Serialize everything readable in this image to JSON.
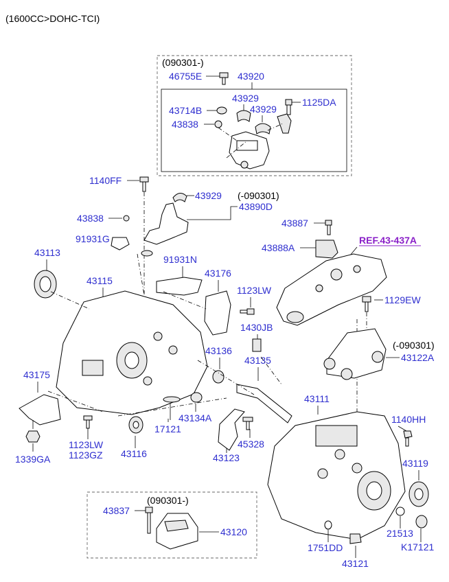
{
  "header": {
    "engine": "(1600CC>DOHC-TCI)"
  },
  "reference": {
    "label": "REF.43-437A",
    "color": "#8a20c8"
  },
  "colors": {
    "part_label": "#2e2ecf",
    "text": "#000000"
  },
  "boxes": {
    "top_box_note": "(090301-)",
    "bottom_box_note": "(090301-)",
    "note_until_a": "(-090301)",
    "note_until_b": "(-090301)"
  },
  "parts": {
    "p46755E": "46755E",
    "p43920": "43920",
    "p43929a": "43929",
    "p43929b": "43929",
    "p43929c": "43929",
    "p1125DA": "1125DA",
    "p43714B": "43714B",
    "p43838a": "43838",
    "p43838b": "43838",
    "p1140FF": "1140FF",
    "p43890D": "43890D",
    "p91931G": "91931G",
    "p43887": "43887",
    "p43888A": "43888A",
    "p43113": "43113",
    "p91931N": "91931N",
    "p43115": "43115",
    "p43176": "43176",
    "p1123LW_a": "1123LW",
    "p1129EW": "1129EW",
    "p1430JB": "1430JB",
    "p43122A": "43122A",
    "p43136": "43136",
    "p43135": "43135",
    "p43175": "43175",
    "p43111": "43111",
    "p1140HH": "1140HH",
    "p17121": "17121",
    "p43134A": "43134A",
    "p1123LW_b": "1123LW",
    "p1123GZ": "1123GZ",
    "p45328": "45328",
    "p43116": "43116",
    "p43123": "43123",
    "p1339GA": "1339GA",
    "p43119": "43119",
    "p43837": "43837",
    "p43120": "43120",
    "p21513": "21513",
    "p1751DD": "1751DD",
    "pK17121": "K17121",
    "p43121": "43121"
  }
}
